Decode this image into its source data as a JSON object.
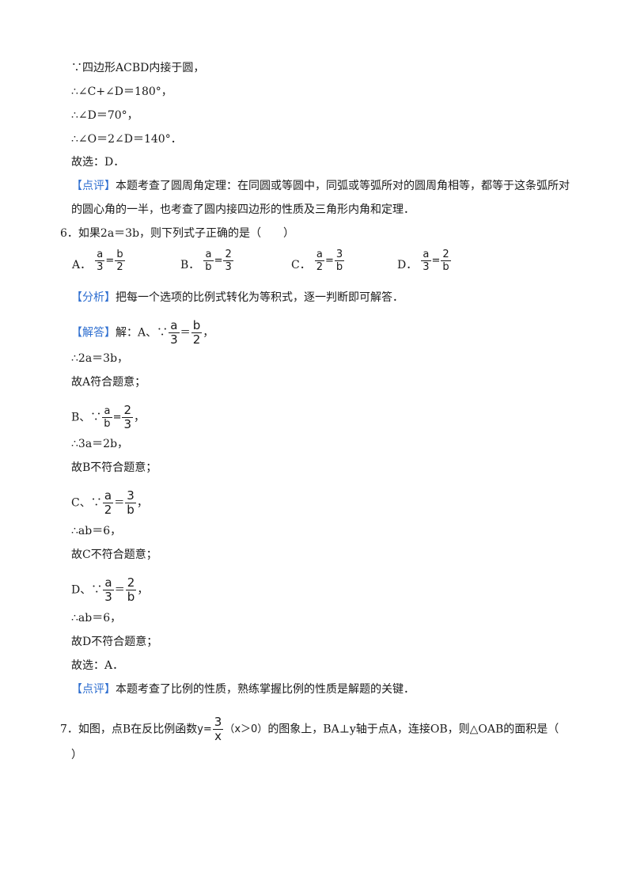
{
  "prev": {
    "l1": "∵四边形ACBD内接于圆，",
    "l2": "∴∠C+∠D＝180°，",
    "l3": "∴∠D＝70°，",
    "l4": "∴∠O＝2∠D＝140°．",
    "l5": "故选：D．",
    "comment_tag": "【点评】",
    "comment_1": "本题考查了圆周角定理：在同圆或等圆中，同弧或等弧所对的圆周角相等，都等于这条弧所对",
    "comment_2": "的圆心角的一半，也考查了圆内接四边形的性质及三角形内角和定理．"
  },
  "q6": {
    "stem": "6．如果2a＝3b，则下列式子正确的是（　　）",
    "options": [
      {
        "label": "A．",
        "ln": "a",
        "ld": "3",
        "eq": "=",
        "rn": "b",
        "rd": "2"
      },
      {
        "label": "B．",
        "ln": "a",
        "ld": "b",
        "eq": "=",
        "rn": "2",
        "rd": "3"
      },
      {
        "label": "C．",
        "ln": "a",
        "ld": "2",
        "eq": "=",
        "rn": "3",
        "rd": "b"
      },
      {
        "label": "D．",
        "ln": "a",
        "ld": "3",
        "eq": "=",
        "rn": "2",
        "rd": "b"
      }
    ],
    "analysis_tag": "【分析】",
    "analysis": "把每一个选项的比例式转化为等积式，逐一判断即可解答．",
    "answer_tag": "【解答】",
    "answer_prefix": "解：A、∵",
    "a_frac": {
      "ln": "a",
      "ld": "3",
      "eq": "＝",
      "rn": "b",
      "rd": "2",
      "tail": "，"
    },
    "a_r1": "∴2a＝3b，",
    "a_r2": "故A符合题意；",
    "b_prefix": "B、∵",
    "b_frac": {
      "ln": "a",
      "ld": "b",
      "eq": "=",
      "rn": "2",
      "rd": "3",
      "tail": "，"
    },
    "b_r1": "∴3a＝2b，",
    "b_r2": "故B不符合题意；",
    "c_prefix": "C、∵",
    "c_frac": {
      "ln": "a",
      "ld": "2",
      "eq": "＝",
      "rn": "3",
      "rd": "b",
      "tail": "，"
    },
    "c_r1": "∴ab＝6，",
    "c_r2": "故C不符合题意；",
    "d_prefix": "D、∵",
    "d_frac": {
      "ln": "a",
      "ld": "3",
      "eq": "＝",
      "rn": "2",
      "rd": "b",
      "tail": "，"
    },
    "d_r1": "∴ab＝6，",
    "d_r2": "故D不符合题意；",
    "final": "故选：A．",
    "comment_tag": "【点评】",
    "comment": "本题考查了比例的性质，熟练掌握比例的性质是解题的关键．"
  },
  "q7": {
    "stem_a": "7．如图，点B在反比例函数",
    "fn_y": "y=",
    "fn_num": "3",
    "fn_den": "x",
    "fn_cond": "（x＞0）",
    "stem_b": "的图象上，BA⊥y轴于点A，连接OB，则△OAB的面积是（",
    "stem_c": "）"
  }
}
